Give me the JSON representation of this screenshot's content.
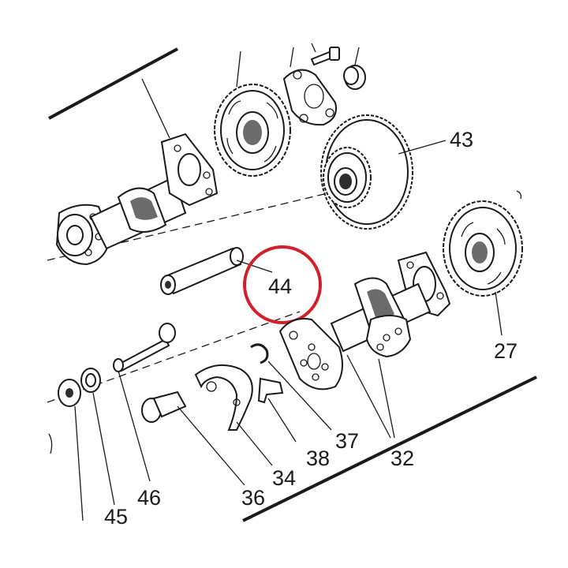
{
  "callouts": [
    {
      "id": "c43",
      "text": "43"
    },
    {
      "id": "c44",
      "text": "44"
    },
    {
      "id": "c27",
      "text": "27"
    },
    {
      "id": "c32",
      "text": "32"
    },
    {
      "id": "c37",
      "text": "37"
    },
    {
      "id": "c38",
      "text": "38"
    },
    {
      "id": "c34",
      "text": "34"
    },
    {
      "id": "c36",
      "text": "36"
    },
    {
      "id": "c46",
      "text": "46"
    },
    {
      "id": "c45",
      "text": "45"
    }
  ],
  "colors": {
    "line": "#1a1a1a",
    "highlight_ring": "#d0202a",
    "background": "#ffffff"
  }
}
